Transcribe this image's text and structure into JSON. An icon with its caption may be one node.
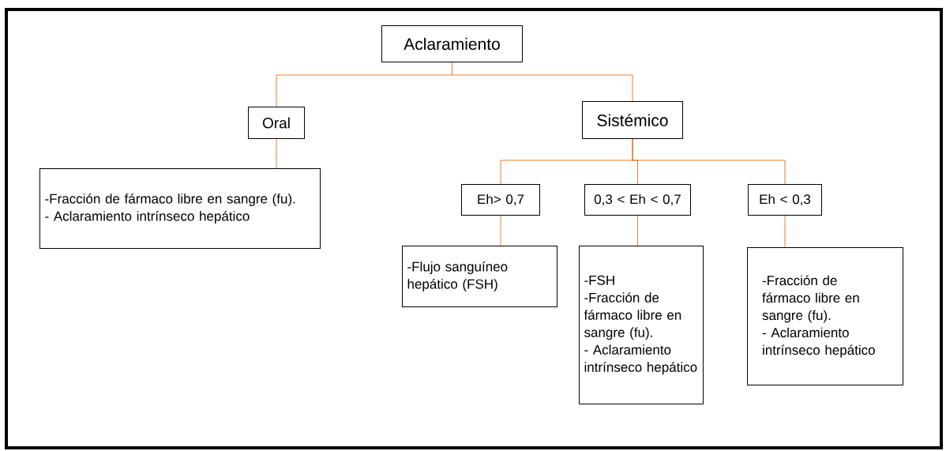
{
  "diagram": {
    "nodes": [
      {
        "text": [
          "Aclaramiento"
        ]
      },
      {
        "text": [
          "Oral"
        ]
      },
      {
        "text": [
          "Sistémico"
        ]
      },
      {
        "text": [
          "-Fracción de fármaco libre en sangre (fu).",
          "- Aclaramiento intrínseco hepático"
        ]
      },
      {
        "text": [
          "Eh> 0,7"
        ]
      },
      {
        "text": [
          "0,3 < Eh < 0,7"
        ]
      },
      {
        "text": [
          "Eh < 0,3"
        ]
      },
      {
        "text": [
          "-Flujo sanguíneo hepático (FSH)"
        ]
      },
      {
        "text": [
          "-FSH",
          "-Fracción de fármaco libre en sangre (fu).",
          "- Aclaramiento intrínseco hepático"
        ]
      },
      {
        "text": [
          "-Fracción de fármaco libre en sangre (fu).",
          "- Aclaramiento intrínseco hepático"
        ]
      }
    ],
    "edges": [
      {
        "from": 0,
        "to": 1,
        "arrow": "none"
      },
      {
        "from": 0,
        "to": 2,
        "arrow": "none"
      },
      {
        "from": 1,
        "to": 3,
        "arrow": "none"
      },
      {
        "from": 2,
        "to": 4,
        "arrow": "none"
      },
      {
        "from": 2,
        "to": 5,
        "arrow": "none"
      },
      {
        "from": 2,
        "to": 6,
        "arrow": "none"
      },
      {
        "from": 4,
        "to": 7,
        "arrow": "none"
      },
      {
        "from": 5,
        "to": 8,
        "arrow": "none"
      },
      {
        "from": 6,
        "to": 9,
        "arrow": "none"
      }
    ]
  }
}
